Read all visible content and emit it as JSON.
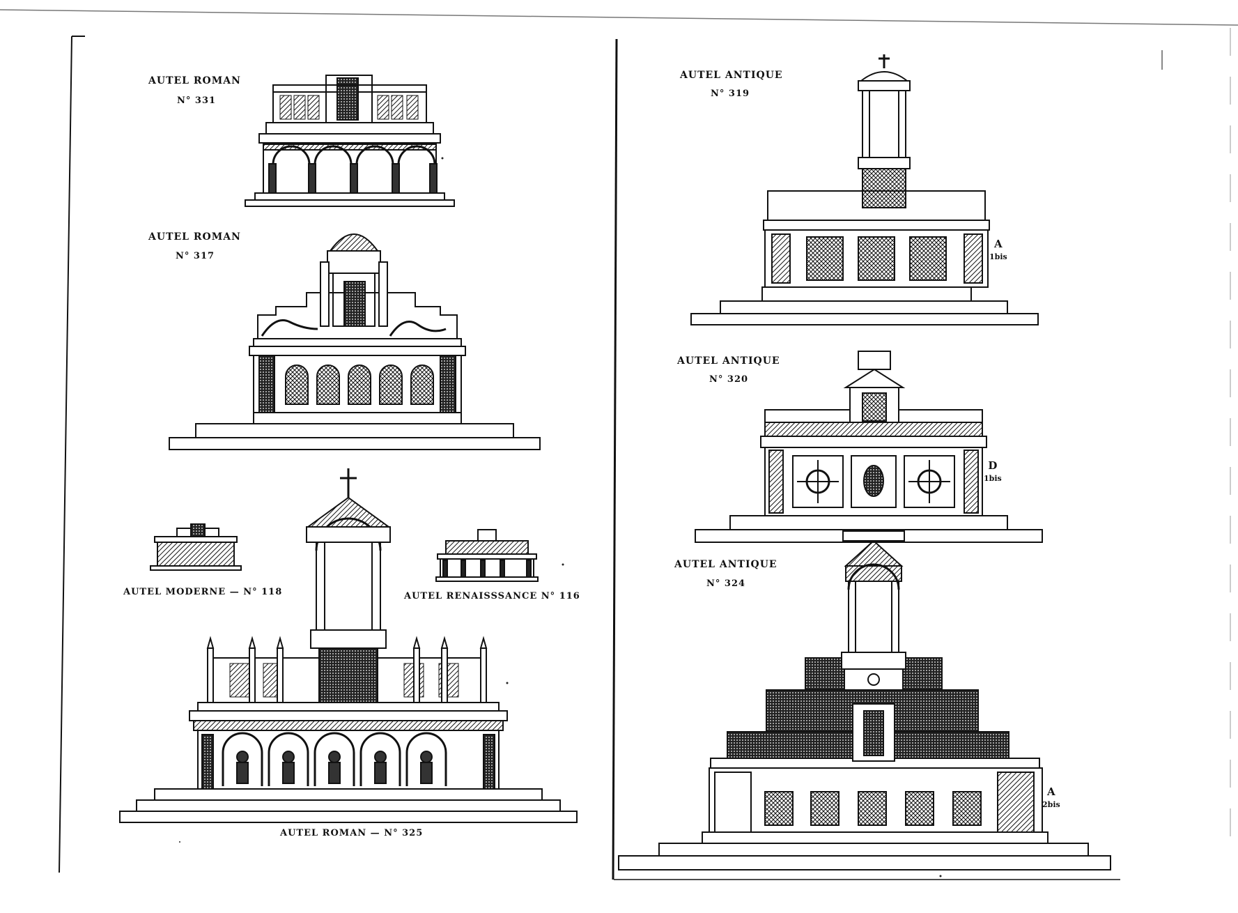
{
  "left_page": {
    "altar_331": {
      "title": "AUTEL ROMAN",
      "number": "N° 331"
    },
    "altar_317": {
      "title": "AUTEL ROMAN",
      "number": "N° 317"
    },
    "altar_118": {
      "caption": "AUTEL MODERNE — N° 118"
    },
    "altar_116": {
      "caption": "AUTEL RENAISSSANCE N° 116"
    },
    "altar_325": {
      "caption": "AUTEL ROMAN — N° 325"
    }
  },
  "right_page": {
    "altar_319": {
      "title": "AUTEL ANTIQUE",
      "number": "N° 319",
      "mark_letter": "A",
      "mark_sub": "1bis"
    },
    "altar_320": {
      "title": "AUTEL ANTIQUE",
      "number": "N° 320",
      "mark_letter": "D",
      "mark_sub": "1bis"
    },
    "altar_324": {
      "title": "AUTEL ANTIQUE",
      "number": "N° 324",
      "mark_letter": "A",
      "mark_sub": "2bis"
    }
  }
}
